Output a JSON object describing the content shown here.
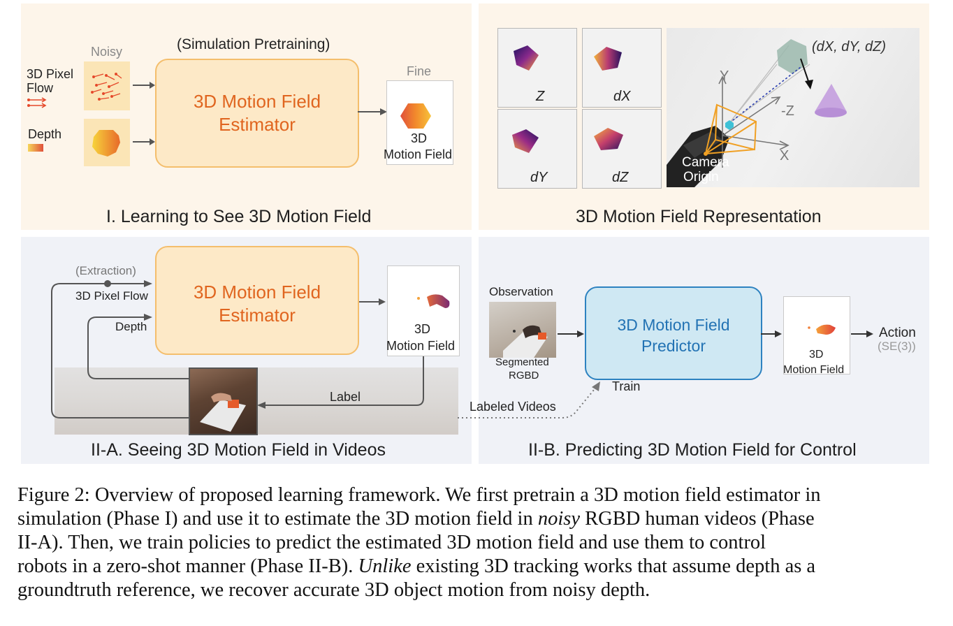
{
  "panels": {
    "p1": {
      "title": "I.   Learning to See 3D Motion Field",
      "pretrain_note": "(Simulation Pretraining)",
      "noisy_label": "Noisy",
      "input_flow_label_1": "3D Pixel",
      "input_flow_label_2": "Flow",
      "input_depth_label": "Depth",
      "estimator_line1": "3D Motion Field",
      "estimator_line2": "Estimator",
      "fine_label": "Fine",
      "output_line1": "3D",
      "output_line2": "Motion Field"
    },
    "p2": {
      "title": "3D Motion Field Representation",
      "tile_labels": [
        "Z",
        "dX",
        "dY",
        "dZ"
      ],
      "delta_label": "(dX, dY, dZ)",
      "axis_y": "Y",
      "axis_negz": "-Z",
      "axis_x": "X",
      "camera_line1": "Camera",
      "camera_line2": "Origin"
    },
    "p3": {
      "title": "II-A.  Seeing 3D Motion Field in Videos",
      "extraction_label": "(Extraction)",
      "flow_label": "3D Pixel Flow",
      "depth_label": "Depth",
      "estimator_line1": "3D Motion Field",
      "estimator_line2": "Estimator",
      "output_line1": "3D",
      "output_line2": "Motion Field",
      "label_arrow": "Label"
    },
    "p4": {
      "title": "II-B.  Predicting 3D Motion Field for Control",
      "observation_label": "Observation",
      "segmented_line1": "Segmented",
      "segmented_line2": "RGBD",
      "predictor_line1": "3D Motion Field",
      "predictor_line2": "Predictor",
      "output_line1": "3D",
      "output_line2": "Motion Field",
      "action_label": "Action",
      "se3_label": "(SE(3))",
      "train_label": "Train",
      "labeled_videos": "Labeled Videos"
    }
  },
  "caption": {
    "line1": "Figure 2: Overview of proposed learning framework. We first pretrain a 3D motion field estimator in",
    "line2_a": "simulation (Phase I) and use it to estimate the 3D motion field in ",
    "line2_em": "noisy",
    "line2_b": " RGBD human videos (Phase",
    "line3": "II-A). Then, we train policies to predict the estimated 3D motion field and use them to control",
    "line4_a": "robots in a zero-shot manner (Phase II-B). ",
    "line4_em": "Unlike",
    "line4_b": " existing 3D tracking works that assume depth as a",
    "line5": "groundtruth reference, we recover accurate 3D object motion from noisy depth."
  },
  "colors": {
    "estimator_text": "#e0651f",
    "estimator_border": "#f4be6c",
    "estimator_fill": "#fde9c7",
    "predictor_text": "#2373b4",
    "predictor_border": "#2d82c0",
    "predictor_fill": "#cfe8f3",
    "panel_beige": "#fdf5ea",
    "panel_blue": "#f0f2f7"
  }
}
